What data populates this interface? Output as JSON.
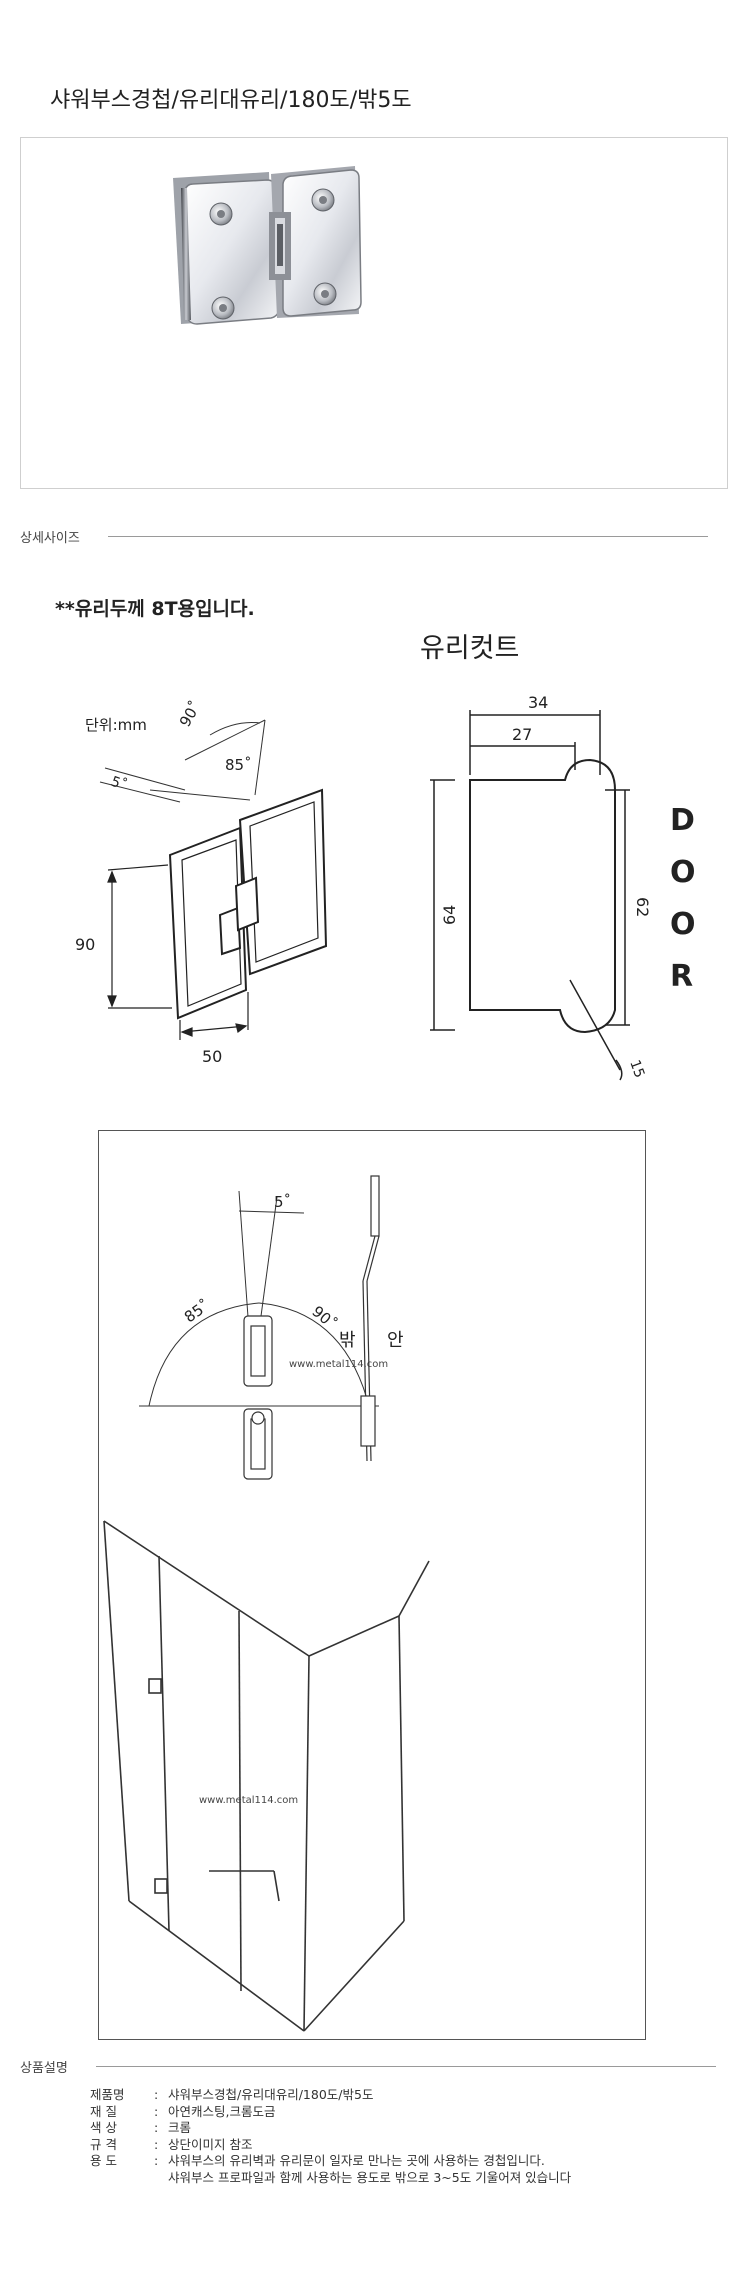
{
  "title": "샤워부스경첩/유리대유리/180도/밖5도",
  "sections": {
    "detail_size": "상세사이즈",
    "product_desc": "상품설명"
  },
  "detail": {
    "note": "**유리두께 8T용입니다.",
    "cut_title": "유리컷트",
    "unit": "단위:mm",
    "hinge_dims": {
      "angle_90": "90˚",
      "angle_85": "85˚",
      "angle_5": "5˚",
      "height": "90",
      "width": "50"
    },
    "cut_dims": {
      "w34": "34",
      "w27": "27",
      "h64": "64",
      "h62": "62",
      "r15": "15",
      "door": [
        "D",
        "O",
        "O",
        "R"
      ]
    }
  },
  "diagram": {
    "angle_5": "5˚",
    "angle_85": "85˚",
    "angle_90": "90˚",
    "outside": "밖",
    "inside": "안",
    "watermark_top": "www.metal114.com",
    "watermark_bottom": "www.metal114.com"
  },
  "specs": [
    {
      "key": "제품명",
      "value": "샤워부스경첩/유리대유리/180도/밖5도"
    },
    {
      "key": "재   질",
      "value": "아연캐스팅,크롬도금"
    },
    {
      "key": "색   상",
      "value": "크롬"
    },
    {
      "key": "규   격",
      "value": "상단이미지 참조"
    },
    {
      "key": "용   도",
      "value": "샤워부스의 유리벽과 유리문이 일자로 만나는 곳에 사용하는 경첩입니다."
    },
    {
      "key": "",
      "value": "샤워부스 프로파일과 함께 사용하는 용도로 밖으로 3~5도 기울어져 있습니다"
    }
  ],
  "colors": {
    "chrome_light": "#f2f3f6",
    "chrome_dark": "#6d7078",
    "line": "#333333"
  }
}
